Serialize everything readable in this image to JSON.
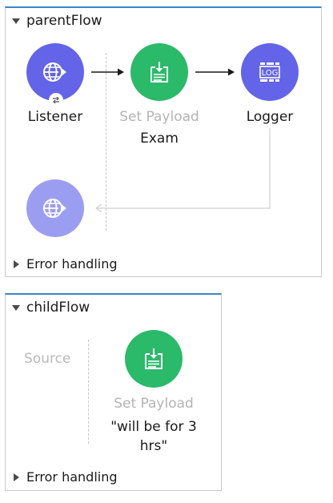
{
  "parent_flow": {
    "title": "parentFlow",
    "listener": {
      "label": "Listener"
    },
    "set_payload": {
      "label": "Set Payload",
      "value": "Exam"
    },
    "logger": {
      "label": "Logger",
      "icon_text": "LOG"
    },
    "error_handling": "Error handling"
  },
  "child_flow": {
    "title": "childFlow",
    "source_label": "Source",
    "set_payload": {
      "label": "Set Payload",
      "value": "\"will be for 3 hrs\""
    },
    "error_handling": "Error handling"
  },
  "colors": {
    "accent_border": "#3a86c8",
    "http_purple": "#6364e8",
    "http_purple_light": "#9b9ef0",
    "set_payload_green": "#2bb96a"
  },
  "icons": {
    "listener": "globe-arrow-icon",
    "set_payload": "payload-document-icon",
    "logger": "log-icon",
    "http_response": "globe-arrow-icon",
    "listener_badge": "swap-arrows-icon"
  }
}
